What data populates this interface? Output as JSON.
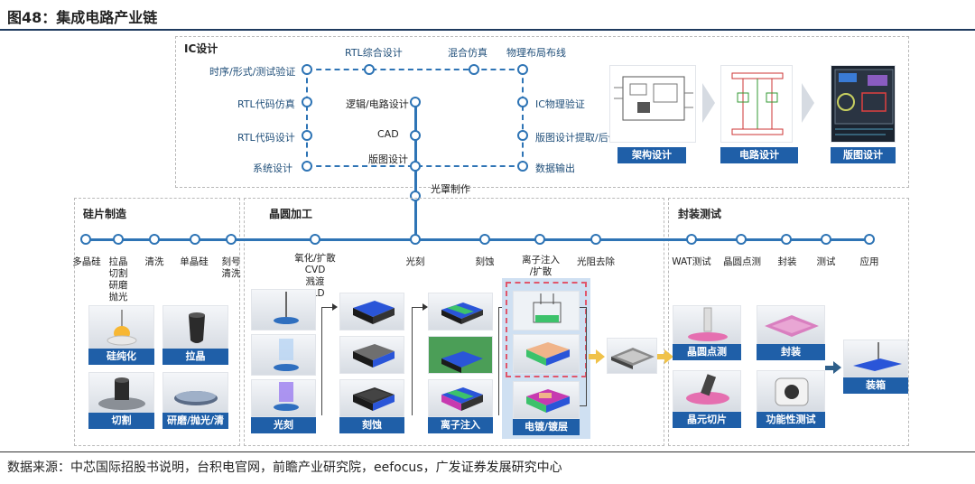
{
  "figure_title": "图48：集成电路产业链",
  "source": "数据来源：中芯国际招股书说明，台积电官网，前瞻产业研究院，eefocus，广发证券发展研究中心",
  "ic_design": {
    "title": "IC设计",
    "top_labels": [
      "RTL综合设计",
      "混合仿真",
      "物理布局布线"
    ],
    "left_nodes": [
      "时序/形式/测试验证",
      "RTL代码仿真",
      "RTL代码设计",
      "系统设计"
    ],
    "center_nodes": [
      "逻辑/电路设计",
      "CAD",
      "版图设计"
    ],
    "right_nodes": [
      "IC物理验证",
      "版图设计提取/后仿",
      "数据输出"
    ],
    "mask_label": "光罩制作",
    "stages": [
      "架构设计",
      "电路设计",
      "版图设计"
    ]
  },
  "wafer_manufacturing": {
    "title": "硅片制造",
    "steps": [
      "多晶硅",
      "拉晶\n切割\n研磨\n抛光",
      "清洗",
      "单晶硅",
      "刻号\n清洗"
    ],
    "buttons": [
      "硅纯化",
      "拉晶",
      "切割",
      "研磨/抛光/清洗"
    ]
  },
  "wafer_processing": {
    "title": "晶圆加工",
    "steps": [
      "氧化/扩散\nCVD\n溅渡\nALD",
      "光刻",
      "刻蚀",
      "离子注入\n/扩散",
      "光阻去除"
    ],
    "buttons": [
      "光刻",
      "刻蚀",
      "离子注入",
      "电镀/镀层"
    ]
  },
  "packaging_testing": {
    "title": "封装测试",
    "steps": [
      "WAT测试",
      "晶圆点测",
      "封装",
      "测试",
      "应用"
    ],
    "buttons": [
      "晶圆点测",
      "封装",
      "装箱",
      "晶元切片",
      "功能性测试"
    ]
  },
  "colors": {
    "line": "#2e74b5",
    "button": "#1f5fa8",
    "label": "#1f4e79",
    "arrow": "#f0c24a",
    "highlight": "#e0566b"
  }
}
